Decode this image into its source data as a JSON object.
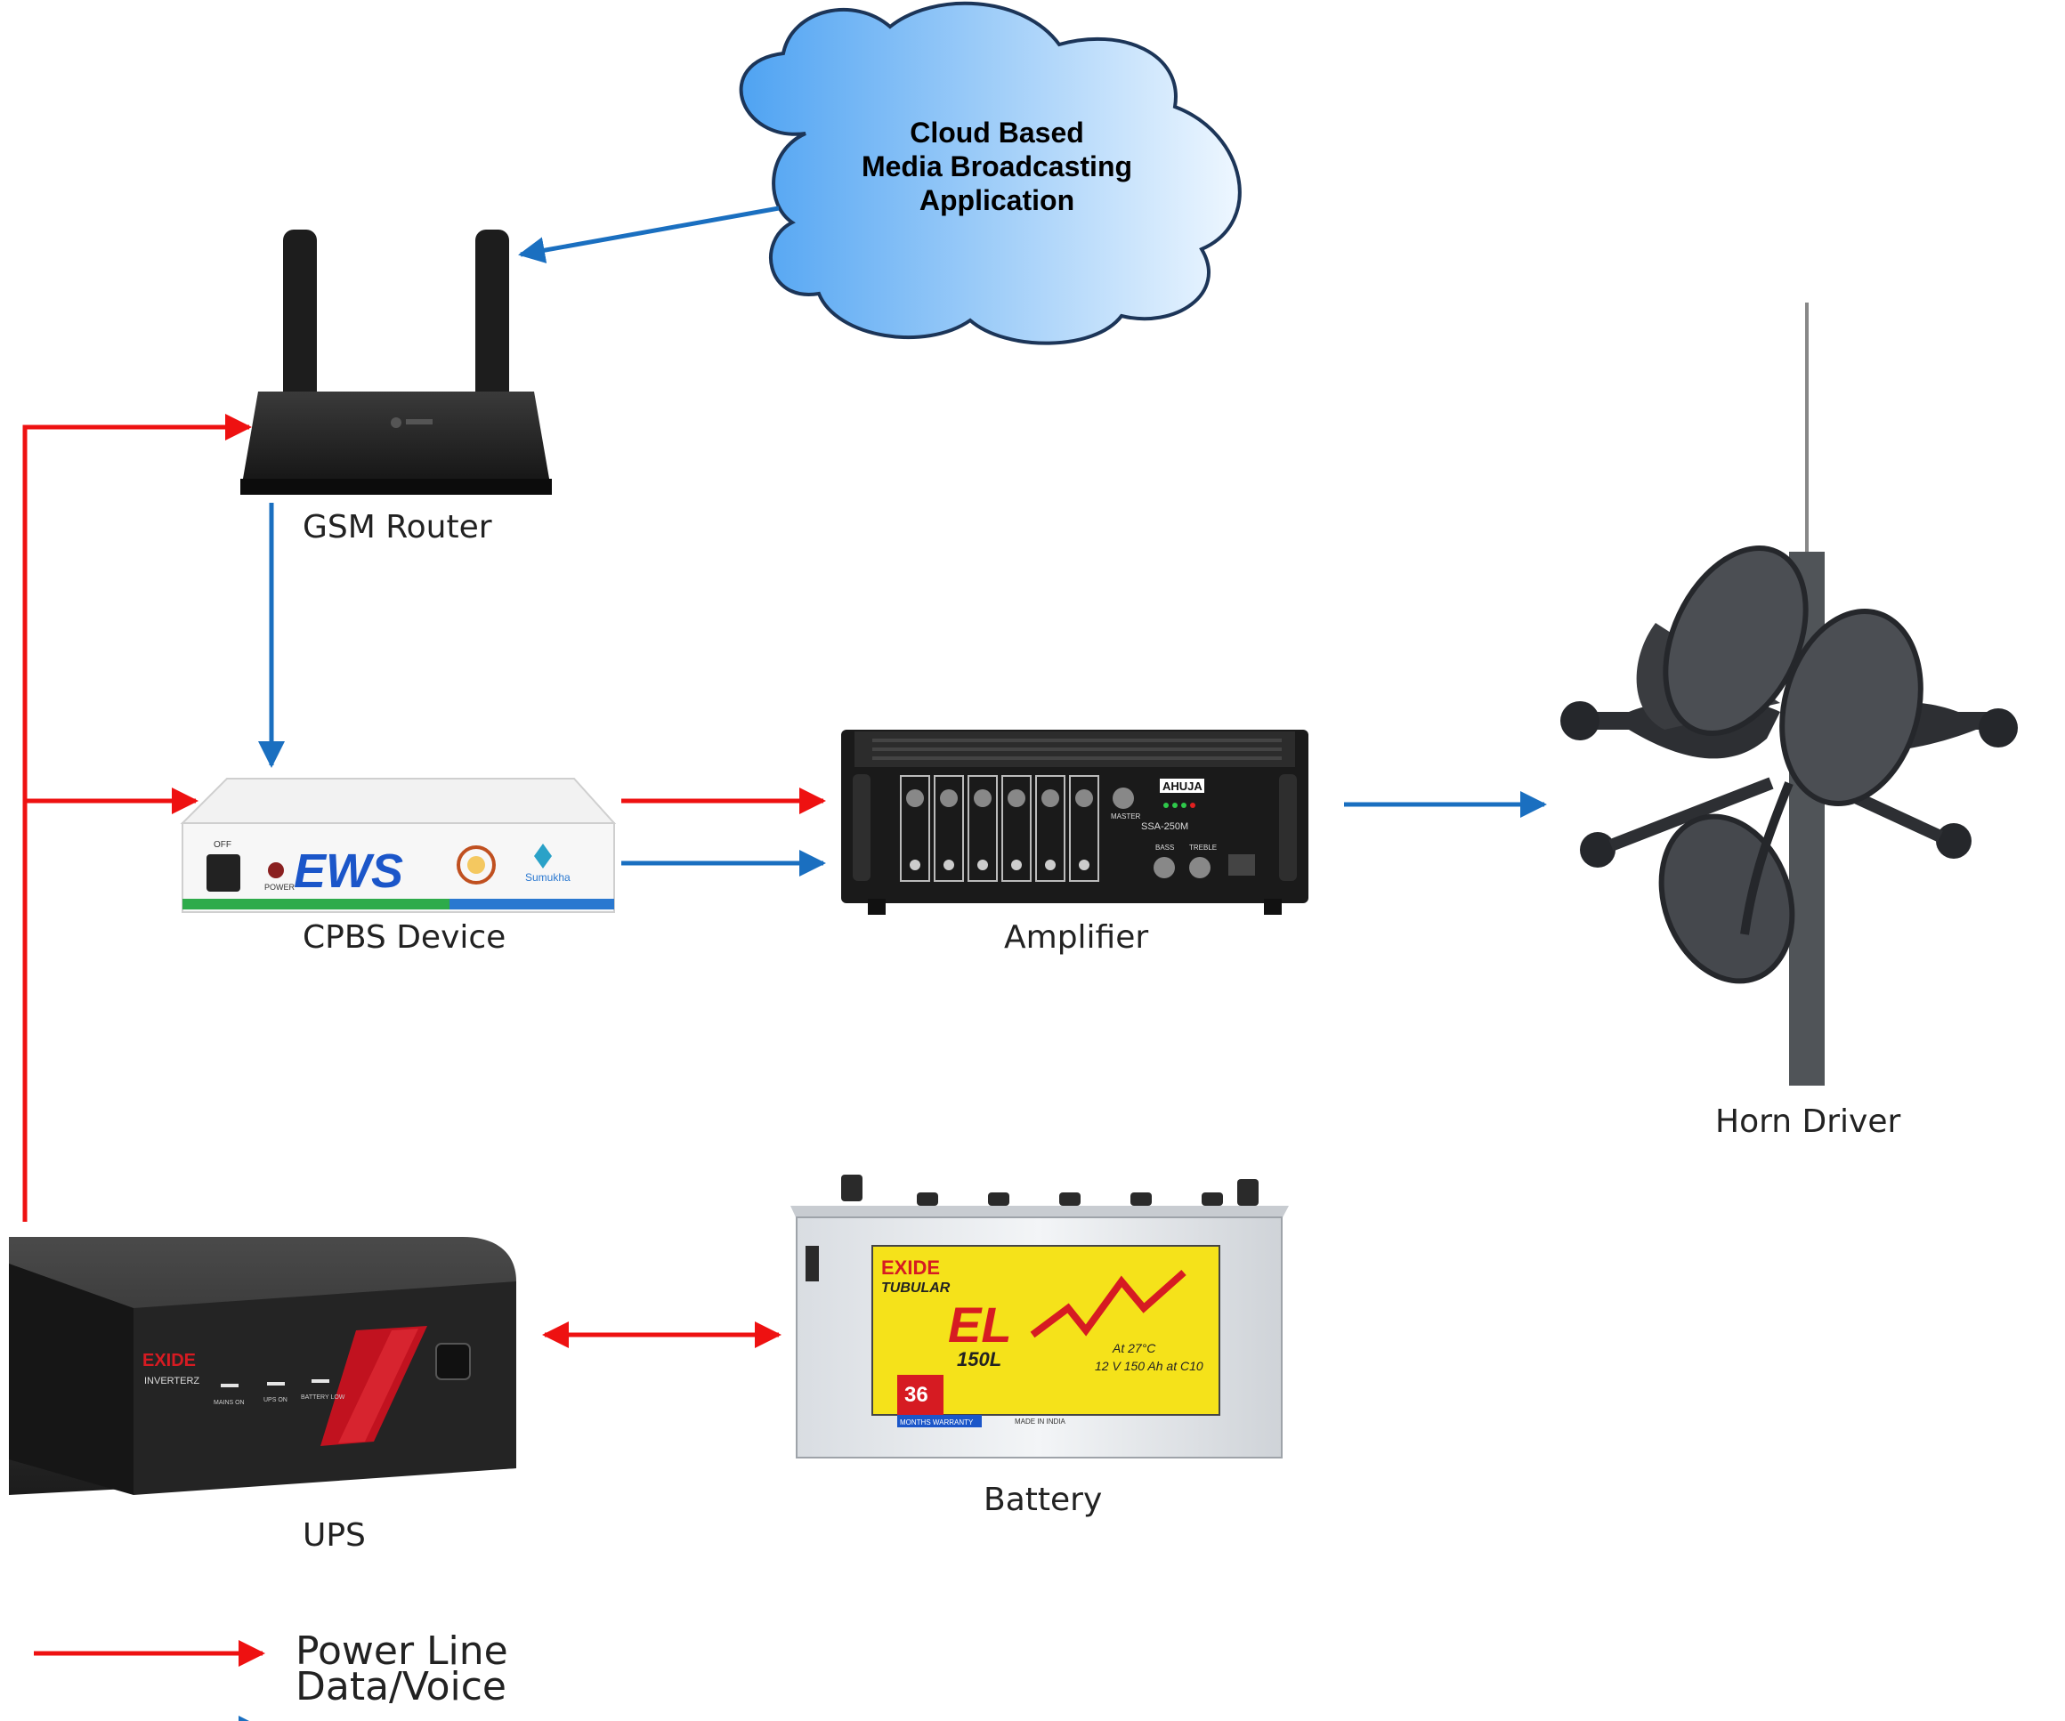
{
  "cloud": {
    "line1": "Cloud Based",
    "line2": "Media Broadcasting",
    "line3": "Application"
  },
  "nodes": {
    "gsm_router": "GSM Router",
    "cpbs_device": "CPBS Device",
    "amplifier": "Amplifier",
    "horn_driver": "Horn Driver",
    "ups": "UPS",
    "battery": "Battery"
  },
  "device_markings": {
    "cpbs_brand": "EWS",
    "cpbs_switch": "OFF",
    "cpbs_power": "POWER",
    "cpbs_partner": "Sumukha",
    "amp_brand": "AHUJA",
    "amp_model": "SSA-250M",
    "amp_master": "MASTER",
    "amp_bass": "BASS",
    "amp_treble": "TREBLE",
    "ups_brand": "EXIDE",
    "ups_line": "INVERTERZ",
    "ups_indicators": [
      "MAINS ON",
      "UPS ON",
      "BATTERY LOW"
    ],
    "battery_brand": "EXIDE",
    "battery_line": "TUBULAR",
    "battery_model": "EL",
    "battery_capacity": "150L",
    "battery_temp": "At 27°C",
    "battery_rating": "12 V 150 Ah at C10",
    "battery_warranty": "36",
    "battery_warranty_text": "MONTHS WARRANTY",
    "battery_origin": "MADE IN INDIA"
  },
  "legend": {
    "power_line": "Power Line",
    "data_voice": "Data/Voice"
  },
  "colors": {
    "power": "#ee1111",
    "data": "#1a6fc0",
    "cloud_light": "#e8f4ff",
    "cloud_dark": "#4fa3f2",
    "battery_yellow": "#f5e21a",
    "ews_blue": "#1b56c9"
  },
  "icons": {
    "gsm_router": "router-icon",
    "cpbs_device": "cpbs-device-icon",
    "amplifier": "amplifier-icon",
    "horn_driver": "horn-speaker-icon",
    "ups": "ups-icon",
    "battery": "battery-icon",
    "cloud": "cloud-icon"
  }
}
